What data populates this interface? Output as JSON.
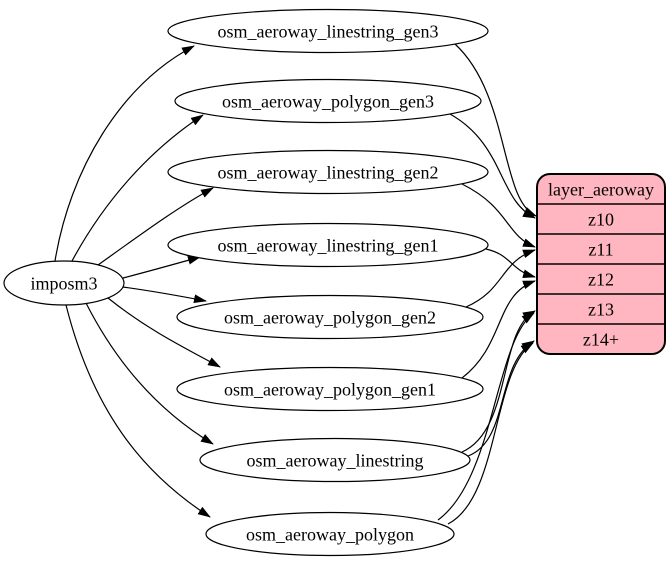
{
  "diagram": {
    "source_node": {
      "label": "imposm3"
    },
    "tables": [
      {
        "label": "osm_aeroway_linestring_gen3"
      },
      {
        "label": "osm_aeroway_polygon_gen3"
      },
      {
        "label": "osm_aeroway_linestring_gen2"
      },
      {
        "label": "osm_aeroway_linestring_gen1"
      },
      {
        "label": "osm_aeroway_polygon_gen2"
      },
      {
        "label": "osm_aeroway_polygon_gen1"
      },
      {
        "label": "osm_aeroway_linestring"
      },
      {
        "label": "osm_aeroway_polygon"
      }
    ],
    "layer_node": {
      "title": "layer_aeroway",
      "zoom_rows": [
        "z10",
        "z11",
        "z12",
        "z13",
        "z14+"
      ]
    },
    "colors": {
      "layer_fill": "#ffb6c1",
      "table_fill": "#ffffff",
      "stroke": "#000000",
      "background": "#ffffff"
    },
    "edges": [
      {
        "from": "imposm3",
        "to": "osm_aeroway_linestring_gen3"
      },
      {
        "from": "imposm3",
        "to": "osm_aeroway_polygon_gen3"
      },
      {
        "from": "imposm3",
        "to": "osm_aeroway_linestring_gen2"
      },
      {
        "from": "imposm3",
        "to": "osm_aeroway_linestring_gen1"
      },
      {
        "from": "imposm3",
        "to": "osm_aeroway_polygon_gen2"
      },
      {
        "from": "imposm3",
        "to": "osm_aeroway_polygon_gen1"
      },
      {
        "from": "imposm3",
        "to": "osm_aeroway_linestring"
      },
      {
        "from": "imposm3",
        "to": "osm_aeroway_polygon"
      },
      {
        "from": "osm_aeroway_linestring_gen3",
        "to": "z10"
      },
      {
        "from": "osm_aeroway_polygon_gen3",
        "to": "z10"
      },
      {
        "from": "osm_aeroway_linestring_gen2",
        "to": "z11"
      },
      {
        "from": "osm_aeroway_polygon_gen2",
        "to": "z11"
      },
      {
        "from": "osm_aeroway_linestring_gen1",
        "to": "z12"
      },
      {
        "from": "osm_aeroway_polygon_gen1",
        "to": "z12"
      },
      {
        "from": "osm_aeroway_linestring",
        "to": "z13"
      },
      {
        "from": "osm_aeroway_polygon",
        "to": "z13"
      },
      {
        "from": "osm_aeroway_linestring",
        "to": "z14+"
      },
      {
        "from": "osm_aeroway_polygon",
        "to": "z14+"
      }
    ]
  }
}
